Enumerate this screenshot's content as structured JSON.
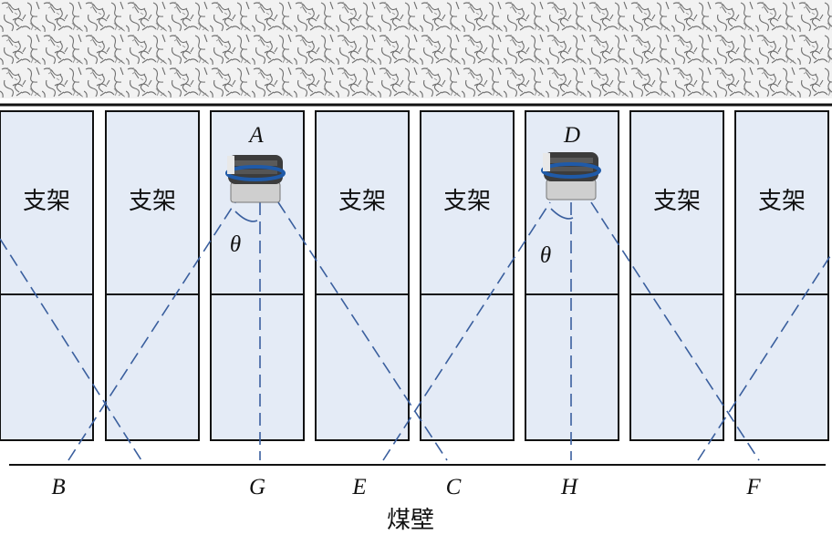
{
  "supports": [
    {
      "label": "支架"
    },
    {
      "label": "支架"
    },
    {
      "label": ""
    },
    {
      "label": "支架"
    },
    {
      "label": "支架"
    },
    {
      "label": ""
    },
    {
      "label": "支架"
    },
    {
      "label": "支架"
    }
  ],
  "sensors": [
    {
      "label": "A",
      "angle_label": "θ"
    },
    {
      "label": "D",
      "angle_label": "θ"
    }
  ],
  "wall_points": [
    "B",
    "G",
    "E",
    "C",
    "H",
    "F"
  ],
  "wall_label": "煤壁",
  "colors": {
    "support_fill": "#e4ebf6",
    "support_stroke": "#111111",
    "beam_dash": "#3a5f9e",
    "rock": "#8a8a8a"
  }
}
